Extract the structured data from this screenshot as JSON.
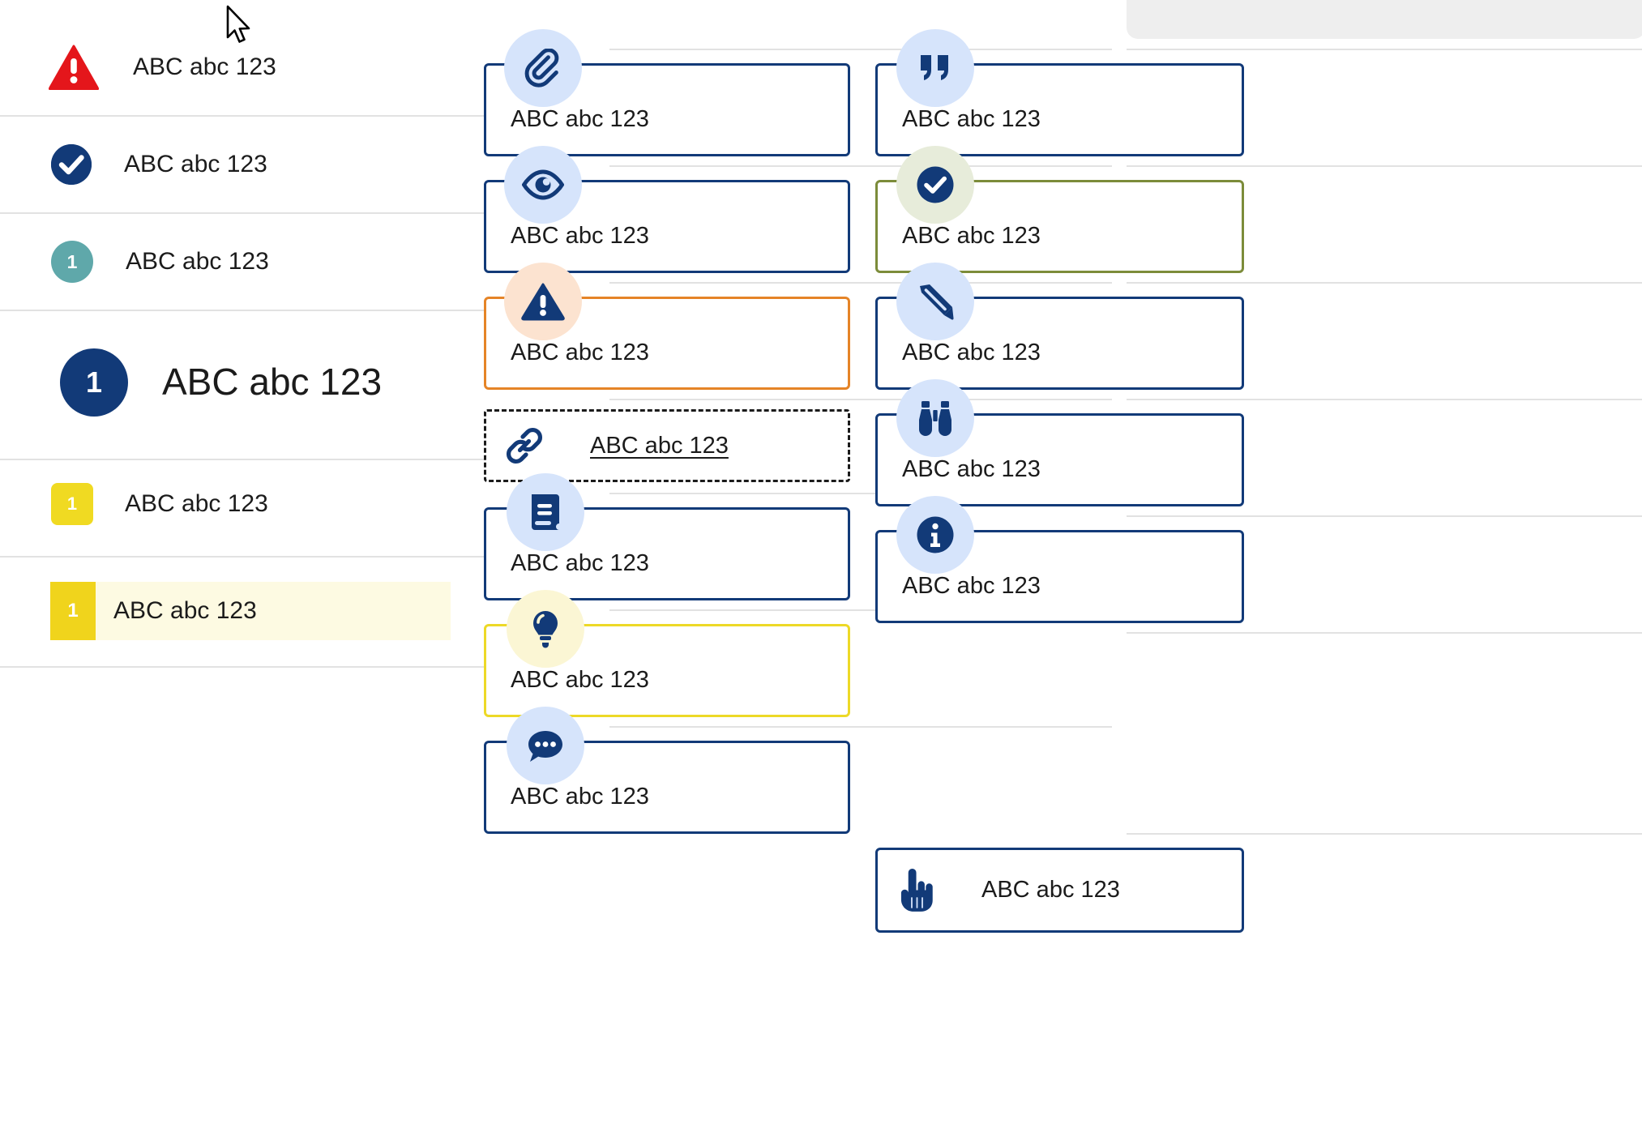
{
  "sample_text": "ABC abc 123",
  "colors": {
    "navy": "#123a78",
    "red": "#e4161b",
    "teal": "#5fa8aa",
    "yellow": "#f0da22",
    "orange": "#e58427",
    "olive_green": "#7c8c3a",
    "bubble_blue": "#d6e4fb",
    "bubble_peach": "#fce3d0",
    "bubble_green": "#e7ecda",
    "bubble_yellow": "#fbf6d4",
    "highlight_bg": "#fdfae2",
    "separator": "#e2e2e2",
    "panel_gray": "#eeeeee",
    "text": "#1b1b1b"
  },
  "left_column": {
    "items": [
      {
        "icon": "warning-triangle-icon",
        "badge_value": "",
        "label": "ABC abc 123",
        "style": "red-triangle"
      },
      {
        "icon": "check-circle-icon",
        "badge_value": "",
        "label": "ABC abc 123",
        "style": "navy-circle"
      },
      {
        "icon": "number-badge-icon",
        "badge_value": "1",
        "label": "ABC abc 123",
        "style": "teal-circle"
      },
      {
        "icon": "number-badge-icon",
        "badge_value": "1",
        "label": "ABC abc 123",
        "style": "navy-circle-large"
      },
      {
        "icon": "number-badge-icon",
        "badge_value": "1",
        "label": "ABC abc 123",
        "style": "yellow-square"
      },
      {
        "icon": "number-badge-icon",
        "badge_value": "1",
        "label": "ABC abc 123",
        "style": "yellow-highlight"
      }
    ]
  },
  "middle_column": {
    "cards": [
      {
        "icon": "paperclip-icon",
        "label": "ABC abc 123",
        "border": "navy",
        "bubble": "blue"
      },
      {
        "icon": "eye-icon",
        "label": "ABC abc 123",
        "border": "navy",
        "bubble": "blue"
      },
      {
        "icon": "warning-alert-icon",
        "label": "ABC abc 123",
        "border": "orange",
        "bubble": "peach"
      },
      {
        "icon": "link-icon",
        "label": "ABC abc 123",
        "border": "dashed",
        "bubble": "none"
      },
      {
        "icon": "book-icon",
        "label": "ABC abc 123",
        "border": "navy",
        "bubble": "blue"
      },
      {
        "icon": "lightbulb-icon",
        "label": "ABC abc 123",
        "border": "yellow",
        "bubble": "yellow"
      },
      {
        "icon": "speech-bubble-icon",
        "label": "ABC abc 123",
        "border": "navy",
        "bubble": "blue"
      }
    ]
  },
  "right_column": {
    "cards": [
      {
        "icon": "quote-marks-icon",
        "label": "ABC abc 123",
        "border": "navy",
        "bubble": "blue"
      },
      {
        "icon": "check-circle-icon",
        "label": "ABC abc 123",
        "border": "green",
        "bubble": "green"
      },
      {
        "icon": "pencil-icon",
        "label": "ABC abc 123",
        "border": "navy",
        "bubble": "blue"
      },
      {
        "icon": "binoculars-icon",
        "label": "ABC abc 123",
        "border": "navy",
        "bubble": "blue"
      },
      {
        "icon": "info-circle-icon",
        "label": "ABC abc 123",
        "border": "navy",
        "bubble": "blue"
      },
      {
        "icon": "pointing-hand-icon",
        "label": "ABC abc 123",
        "border": "navy",
        "bubble": "none"
      }
    ]
  },
  "cursor": {
    "icon": "mouse-pointer-icon"
  }
}
